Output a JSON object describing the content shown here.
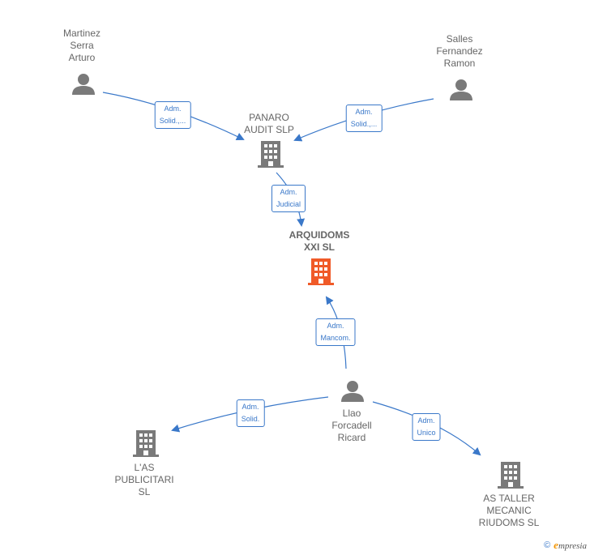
{
  "colors": {
    "edge": "#3a78c9",
    "node": "#7a7a7a",
    "focus": "#f05a28"
  },
  "nodes": {
    "martinez": {
      "label": "Martinez\nSerra\nArturo",
      "type": "person"
    },
    "salles": {
      "label": "Salles\nFernandez\nRamon",
      "type": "person"
    },
    "panaro": {
      "label": "PANARO\nAUDIT  SLP",
      "type": "company"
    },
    "arquidoms": {
      "label": "ARQUIDOMS\nXXI  SL",
      "type": "company-focus"
    },
    "llao": {
      "label": "Llao\nForcadell\nRicard",
      "type": "person"
    },
    "las": {
      "label": "L'AS\nPUBLICITARI\nSL",
      "type": "company"
    },
    "astaller": {
      "label": "AS TALLER\nMECANIC\nRIUDOMS  SL",
      "type": "company"
    }
  },
  "edges": {
    "e1": {
      "label": "Adm.\nSolid.,..."
    },
    "e2": {
      "label": "Adm.\nSolid.,..."
    },
    "e3": {
      "label": "Adm.\nJudicial"
    },
    "e4": {
      "label": "Adm.\nMancom."
    },
    "e5": {
      "label": "Adm.\nSolid."
    },
    "e6": {
      "label": "Adm.\nUnico"
    }
  },
  "footer": {
    "copyright": "©",
    "brand_initial": "e",
    "brand_rest": "mpresia"
  }
}
